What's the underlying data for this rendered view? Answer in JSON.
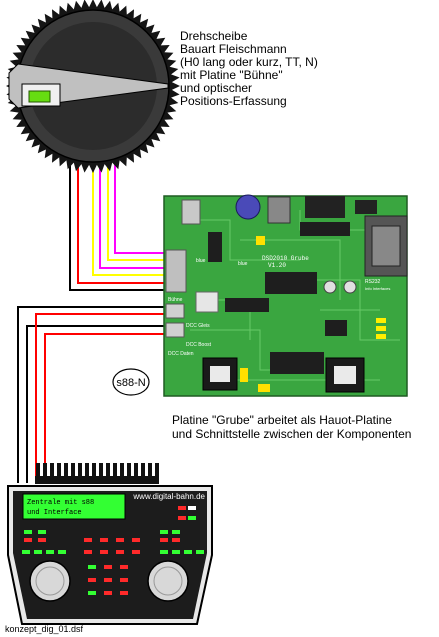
{
  "turntable_description": [
    "Drehscheibe",
    "Bauart Fleischmann",
    "(H0 lang oder kurz, TT, N)",
    "mit Platine \"Bühne\"",
    "und optischer",
    "Positions-Erfassung"
  ],
  "board": {
    "title": "DSD2010 Grube",
    "version": "V1.20",
    "connector_labels": [
      "Bühne",
      "DCC Gleis",
      "DCC Boost",
      "DCC Daten"
    ],
    "sub_labels": [
      "blue",
      "blue",
      "RS232",
      "Info Interfaces"
    ]
  },
  "s88_label": "s88-N",
  "board_caption": [
    "Platine \"Grube\" arbeitet als Hauot-Platine",
    "und Schnittstelle zwischen der Komponenten"
  ],
  "central": {
    "website": "www.digital-bahn.de",
    "display_lines": [
      "Zentrale mit s88",
      "und Interface"
    ]
  },
  "file_name": "konzept_dig_01.dsf",
  "colors": {
    "pcb": "#3aa640",
    "display": "#33ff33",
    "wire_red": "#ff0000",
    "wire_yellow": "#ffff00",
    "wire_magenta": "#ff00ff",
    "turntable_body": "#303030"
  }
}
